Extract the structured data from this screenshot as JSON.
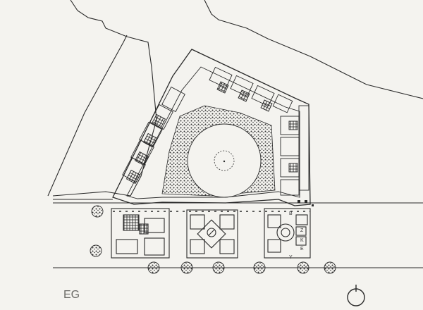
{
  "plan": {
    "floor_label": "EG",
    "letters": [
      "B",
      "Z",
      "K",
      "E",
      "Y"
    ],
    "compass_icon": "north-arrow-icon",
    "colors": {
      "ink": "#2a2a2a",
      "paper": "#f4f3ef",
      "label": "#6a6a66"
    }
  }
}
